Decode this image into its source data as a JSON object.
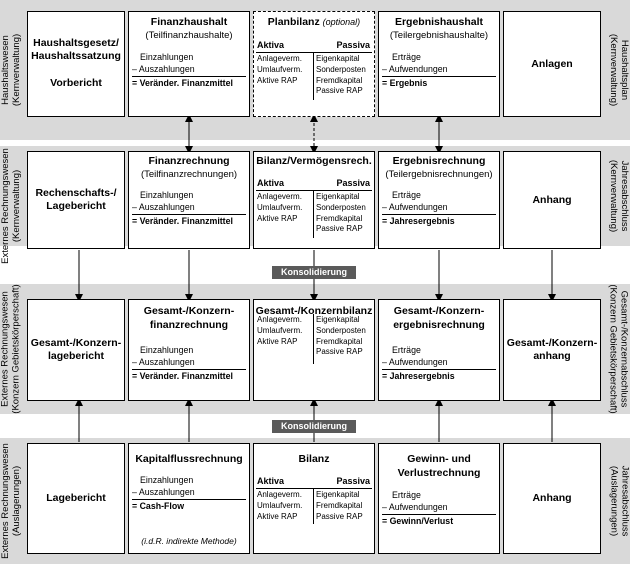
{
  "colors": {
    "band": "#d9d9d9",
    "konsol_bg": "#5a5a5a",
    "line": "#000000"
  },
  "rows": [
    {
      "left_label": "Haushaltswesen\n(Kernverwaltung)",
      "right_label": "Haushaltsplan\n(Kernverwaltung)"
    },
    {
      "left_label": "Externes Rechnungswesen\n(Kernverwaltung)",
      "right_label": "Jahresabschluss\n(Kernverwaltung)"
    },
    {
      "left_label": "Externes Rechnungswesen\n(Konzern Gebietskörperschaft)",
      "right_label": "Gesamt-/Konzernabschluss\n(Konzern Gebietskörperschaft)"
    },
    {
      "left_label": "Externes Rechnungswesen\n(Auslagerungen)",
      "right_label": "Jahresabschluss\n(Auslagerungen)"
    }
  ],
  "konsolidierung_label": "Konsolidierung",
  "r1": {
    "col1_a": "Haushaltsgesetz/",
    "col1_b": "Haushaltssatzung",
    "col1_c": "Vorbericht",
    "fin_title": "Finanzhaushalt",
    "fin_sub": "(Teilfinanzhaushalte)",
    "fin_l1": "Einzahlungen",
    "fin_l2": "– Auszahlungen",
    "fin_l3": "= Veränder. Finanzmittel",
    "bal_title": "Planbilanz",
    "bal_opt": "(optional)",
    "erg_title": "Ergebnishaushalt",
    "erg_sub": "(Teilergebnishaushalte)",
    "erg_l1": "Erträge",
    "erg_l2": "– Aufwendungen",
    "erg_l3": "= Ergebnis",
    "col5": "Anlagen"
  },
  "r2": {
    "col1_a": "Rechenschafts-/",
    "col1_b": "Lagebericht",
    "fin_title": "Finanzrechnung",
    "fin_sub": "(Teilfinanzrechnungen)",
    "fin_l1": "Einzahlungen",
    "fin_l2": "– Auszahlungen",
    "fin_l3": "= Veränder. Finanzmittel",
    "bal_title": "Bilanz/Vermögensrech.",
    "erg_title": "Ergebnisrechnung",
    "erg_sub": "(Teilergebnisrechnungen)",
    "erg_l1": "Erträge",
    "erg_l2": "– Aufwendungen",
    "erg_l3": "= Jahresergebnis",
    "col5": "Anhang"
  },
  "r3": {
    "col1_a": "Gesamt-/Konzern-",
    "col1_b": "lagebericht",
    "fin_title_a": "Gesamt-/Konzern-",
    "fin_title_b": "finanzrechnung",
    "fin_l1": "Einzahlungen",
    "fin_l2": "– Auszahlungen",
    "fin_l3": "= Veränder. Finanzmittel",
    "bal_title": "Gesamt-/Konzernbilanz",
    "erg_title_a": "Gesamt-/Konzern-",
    "erg_title_b": "ergebnisrechnung",
    "erg_l1": "Erträge",
    "erg_l2": "– Aufwendungen",
    "erg_l3": "= Jahresergebnis",
    "col5_a": "Gesamt-/Konzern-",
    "col5_b": "anhang"
  },
  "r4": {
    "col1": "Lagebericht",
    "fin_title": "Kapitalflussrechnung",
    "fin_l1": "Einzahlungen",
    "fin_l2": "– Auszahlungen",
    "fin_l3": "= Cash-Flow",
    "fin_note": "(i.d.R. indirekte Methode)",
    "bal_title": "Bilanz",
    "erg_title_a": "Gewinn- und",
    "erg_title_b": "Verlustrechnung",
    "erg_l1": "Erträge",
    "erg_l2": "– Aufwendungen",
    "erg_l3": "= Gewinn/Verlust",
    "col5": "Anhang"
  },
  "balance": {
    "aktiva": "Aktiva",
    "passiva": "Passiva",
    "left_items": [
      "Anlageverm.",
      "Umlaufverm.",
      "Aktive RAP"
    ],
    "right_items": [
      "Eigenkapital",
      "Sonderposten",
      "Fremdkapital",
      "Passive RAP"
    ]
  }
}
